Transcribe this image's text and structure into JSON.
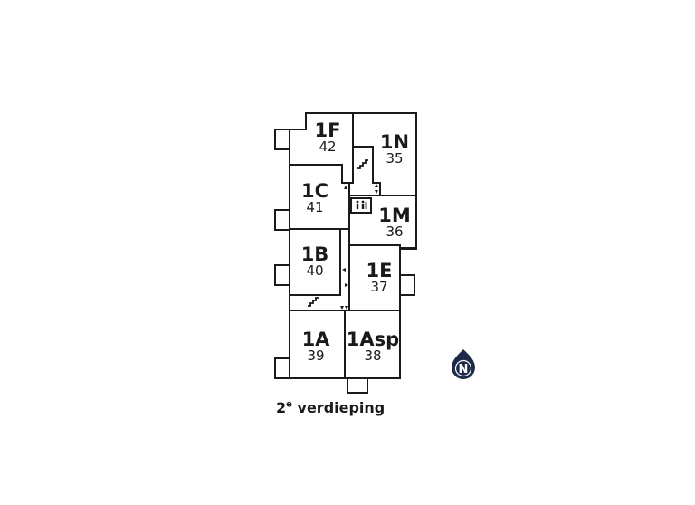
{
  "rooms": [
    {
      "code": "1F",
      "number": "42"
    },
    {
      "code": "1N",
      "number": "35"
    },
    {
      "code": "1C",
      "number": "41"
    },
    {
      "code": "1M",
      "number": "36"
    },
    {
      "code": "1B",
      "number": "40"
    },
    {
      "code": "1E",
      "number": "37"
    },
    {
      "code": "1A",
      "number": "39"
    },
    {
      "code": "1Asp",
      "number": "38"
    }
  ],
  "floor": {
    "ordinal": "2",
    "suffix": "e",
    "word": "verdieping"
  },
  "compass": {
    "letter": "N",
    "color": "#1f2a4a"
  },
  "colors": {
    "line": "#1a1a1a",
    "background": "#ffffff"
  }
}
